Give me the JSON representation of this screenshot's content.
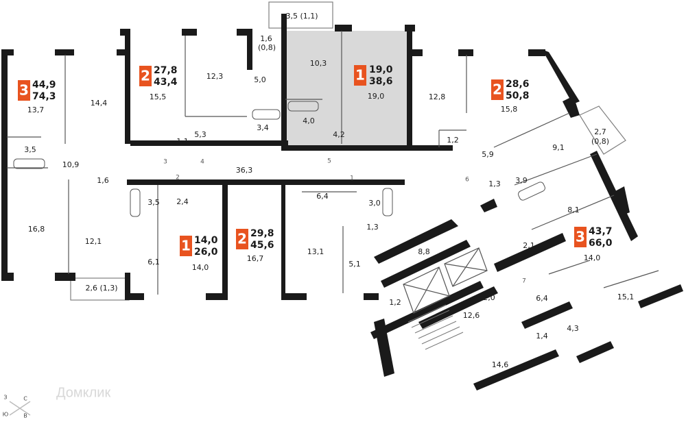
{
  "colors": {
    "wall": "#1a1a1a",
    "highlight": "#d9d9d9",
    "badge": "#e8531f",
    "watermark": "#d8d8d8"
  },
  "apartments": [
    {
      "rooms": "3",
      "living": "44,9",
      "total": "74,3"
    },
    {
      "rooms": "2",
      "living": "27,8",
      "total": "43,4"
    },
    {
      "rooms": "1",
      "living": "19,0",
      "total": "38,6",
      "highlighted": true
    },
    {
      "rooms": "2",
      "living": "28,6",
      "total": "50,8"
    },
    {
      "rooms": "1",
      "living": "14,0",
      "total": "26,0"
    },
    {
      "rooms": "2",
      "living": "29,8",
      "total": "45,6"
    },
    {
      "rooms": "3",
      "living": "43,7",
      "total": "66,0"
    }
  ],
  "rooms": [
    "13,7",
    "14,4",
    "3,5",
    "10,9",
    "1,6",
    "16,8",
    "12,1",
    "2,6 (1,3)",
    "15,5",
    "12,3",
    "1,6",
    "(0,8)",
    "5,0",
    "5,3",
    "3,4",
    "1,1",
    "3,5 (1,1)",
    "10,3",
    "19,0",
    "4,0",
    "4,2",
    "12,8",
    "15,8",
    "1,2",
    "5,9",
    "9,1",
    "2,7",
    "(0,8)",
    "3,9",
    "1,3",
    "36,3",
    "2,4",
    "3,5",
    "6,1",
    "14,0",
    "16,7",
    "6,4",
    "3,0",
    "13,1",
    "1,3",
    "5,1",
    "8,8",
    "8,1",
    "2,1",
    "14,0",
    "15,1",
    "1,2",
    "2,0",
    "12,6",
    "6,4",
    "1,4",
    "4,3",
    "14,6"
  ],
  "doors": [
    "3",
    "4",
    "5",
    "2",
    "1",
    "6",
    "7"
  ],
  "compass": {
    "north": "С",
    "west": "З",
    "south": "Ю",
    "east": "В"
  },
  "watermark": "Домклик"
}
